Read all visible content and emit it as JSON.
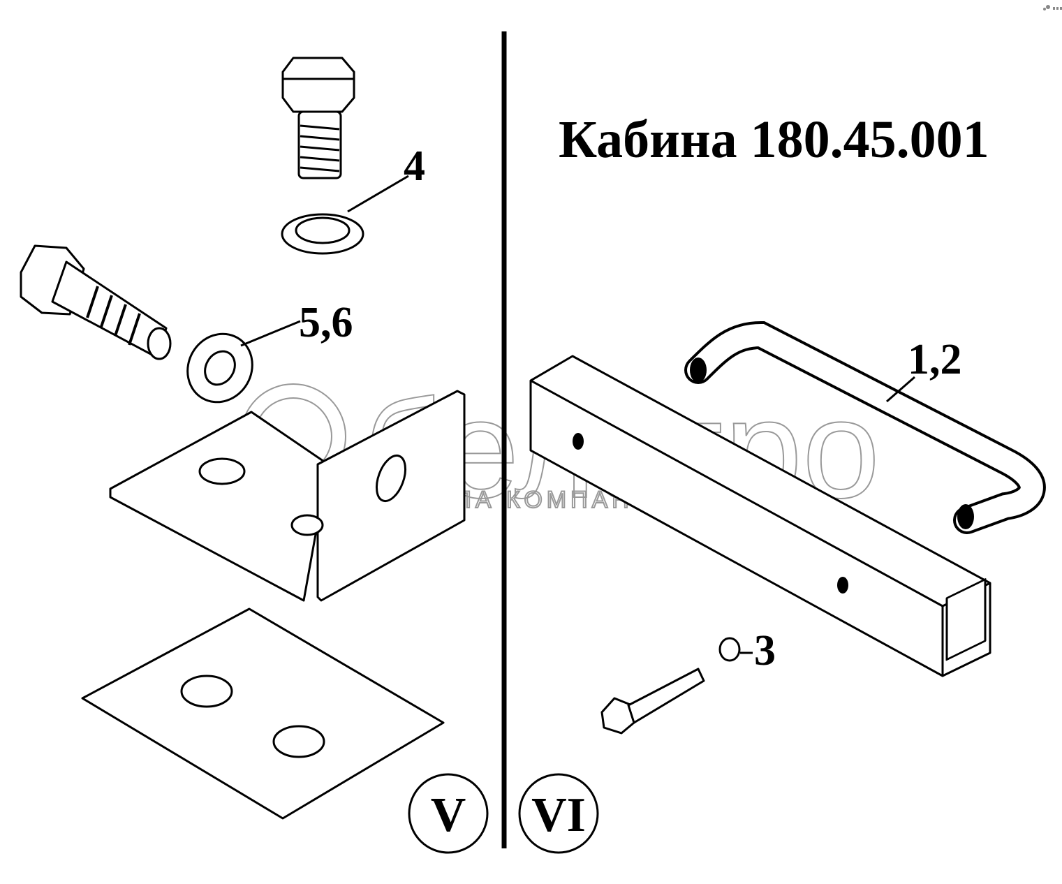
{
  "title": "Кабина 180.45.001",
  "watermark": {
    "brand": "белагро",
    "subtitle": "ГРУППА КОМПАНИЙ"
  },
  "views": [
    {
      "label": "V",
      "callouts": [
        "4",
        "5,6"
      ]
    },
    {
      "label": "VI",
      "callouts": [
        "1,2",
        "3"
      ]
    }
  ]
}
